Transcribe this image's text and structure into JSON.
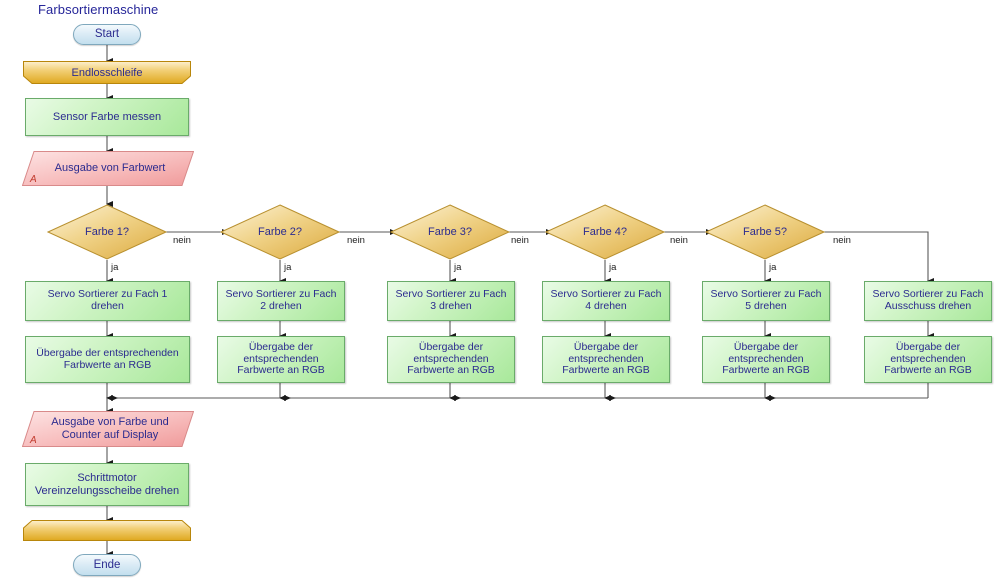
{
  "diagram": {
    "title": "Farbsortiermaschine",
    "colors": {
      "terminal_border": "#7fa8bd",
      "terminal_fill": "#c3dfee",
      "process_border": "#6aab6a",
      "process_fill": "#a8e89a",
      "loop_border": "#c08a1e",
      "loop_fill": "#e8b84b",
      "io_border": "#d98a8a",
      "io_fill": "#f4a6a6",
      "decision_border": "#b8902f",
      "decision_fill": "#e8c86a",
      "text": "#2b2b8f",
      "edge": "#595959",
      "marker": "#c0392b"
    }
  },
  "nodes": {
    "start": {
      "label": "Start",
      "type": "terminator"
    },
    "loop_start": {
      "label": "Endlosschleife",
      "type": "loop-start"
    },
    "sensor": {
      "label": "Sensor Farbe messen",
      "type": "process"
    },
    "output_color": {
      "label": "Ausgabe von Farbwert",
      "type": "io-output",
      "mark": "A"
    },
    "output_display": {
      "label": "Ausgabe von Farbe und\nCounter auf Display",
      "type": "io-output",
      "mark": "A"
    },
    "stepper": {
      "label": "Schrittmotor\nVereinzelungsscheibe drehen",
      "type": "process"
    },
    "loop_end": {
      "label": "",
      "type": "loop-end"
    },
    "end": {
      "label": "Ende",
      "type": "terminator"
    }
  },
  "decisions": [
    {
      "label": "Farbe 1?",
      "yes_label": "ja",
      "no_label": "nein"
    },
    {
      "label": "Farbe 2?",
      "yes_label": "ja",
      "no_label": "nein"
    },
    {
      "label": "Farbe 3?",
      "yes_label": "ja",
      "no_label": "nein"
    },
    {
      "label": "Farbe 4?",
      "yes_label": "ja",
      "no_label": "nein"
    },
    {
      "label": "Farbe 5?",
      "yes_label": "ja",
      "no_label": "nein"
    }
  ],
  "servo_boxes": [
    {
      "label": "Servo Sortierer zu Fach 1\ndrehen"
    },
    {
      "label": "Servo Sortierer zu Fach\n2 drehen"
    },
    {
      "label": "Servo Sortierer zu Fach\n3 drehen"
    },
    {
      "label": "Servo Sortierer zu Fach\n4 drehen"
    },
    {
      "label": "Servo Sortierer zu Fach\n5 drehen"
    },
    {
      "label": "Servo Sortierer zu Fach\nAusschuss drehen"
    }
  ],
  "rgb_boxes": [
    {
      "label": "Übergabe der entsprechenden\nFarbwerte an RGB"
    },
    {
      "label": "Übergabe der\nentsprechenden\nFarbwerte an RGB"
    },
    {
      "label": "Übergabe der\nentsprechenden\nFarbwerte an RGB"
    },
    {
      "label": "Übergabe der\nentsprechenden\nFarbwerte an RGB"
    },
    {
      "label": "Übergabe der\nentsprechenden\nFarbwerte an RGB"
    },
    {
      "label": "Übergabe der\nentsprechenden\nFarbwerte an RGB"
    }
  ]
}
